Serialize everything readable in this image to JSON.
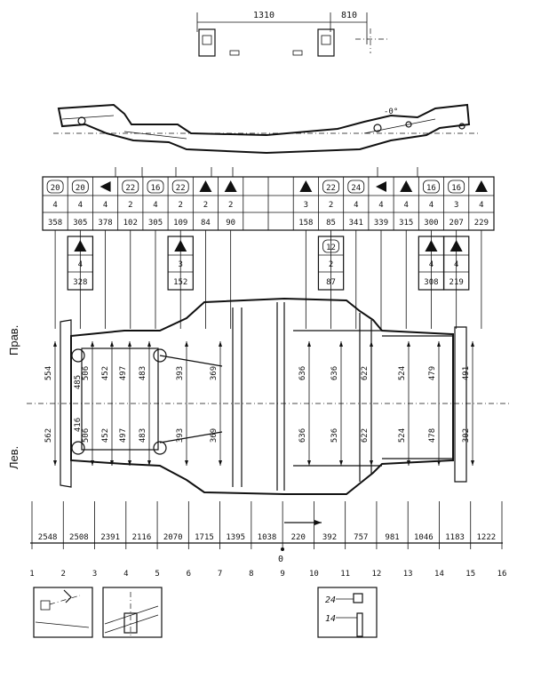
{
  "top_view": {
    "dim_left": "1310",
    "dim_right": "810"
  },
  "upper_table": {
    "columns": [
      {
        "sym": "20",
        "type": "circle",
        "n": "4",
        "v": "358"
      },
      {
        "sym": "20",
        "type": "circle",
        "n": "4",
        "v": "305"
      },
      {
        "sym": "",
        "type": "arrow",
        "n": "4",
        "v": "378"
      },
      {
        "sym": "22",
        "type": "circle",
        "n": "2",
        "v": "102"
      },
      {
        "sym": "16",
        "type": "circle",
        "n": "4",
        "v": "305"
      },
      {
        "sym": "22",
        "type": "circle",
        "n": "2",
        "v": "109"
      },
      {
        "sym": "",
        "type": "tri",
        "n": "2",
        "v": "84"
      },
      {
        "sym": "",
        "type": "tri",
        "n": "2",
        "v": "90"
      },
      {
        "sym": "",
        "type": "empty",
        "n": "",
        "v": ""
      },
      {
        "sym": "",
        "type": "empty",
        "n": "",
        "v": ""
      },
      {
        "sym": "",
        "type": "tri",
        "n": "3",
        "v": "158"
      },
      {
        "sym": "22",
        "type": "circle",
        "n": "2",
        "v": "85"
      },
      {
        "sym": "24",
        "type": "circle",
        "n": "4",
        "v": "341"
      },
      {
        "sym": "",
        "type": "arrow",
        "n": "4",
        "v": "339"
      },
      {
        "sym": "",
        "type": "tri",
        "n": "4",
        "v": "315"
      },
      {
        "sym": "16",
        "type": "circle",
        "n": "4",
        "v": "300"
      },
      {
        "sym": "16",
        "type": "circle",
        "n": "3",
        "v": "207"
      },
      {
        "sym": "",
        "type": "tri",
        "n": "4",
        "v": "229"
      }
    ]
  },
  "sub_boxes": [
    {
      "sym": "",
      "type": "tri",
      "n": "4",
      "v": "328"
    },
    {
      "sym": "",
      "type": "tri",
      "n": "3",
      "v": "152"
    },
    {
      "sym": "12",
      "type": "circle",
      "n": "2",
      "v": "87"
    },
    {
      "sym": "",
      "type": "tri",
      "n": "4",
      "v": "308"
    },
    {
      "sym": "",
      "type": "tri",
      "n": "4",
      "v": "219"
    }
  ],
  "side_labels": {
    "right": "Прав.",
    "left": "Лев."
  },
  "frame_dims": {
    "upper": [
      "554",
      "506",
      "452",
      "497",
      "483",
      "393",
      "369",
      "636",
      "636",
      "622",
      "524",
      "479",
      "491"
    ],
    "lower": [
      "562",
      "506",
      "452",
      "497",
      "483",
      "393",
      "369",
      "636",
      "536",
      "622",
      "524",
      "478",
      "302"
    ],
    "extra": [
      "485",
      "416"
    ]
  },
  "bottom_dims": [
    "2548",
    "2508",
    "2391",
    "2116",
    "2070",
    "1715",
    "1395",
    "1038",
    "220",
    "392",
    "757",
    "981",
    "1046",
    "1183",
    "1222"
  ],
  "zero_label": "0",
  "stations": [
    "1",
    "2",
    "3",
    "4",
    "5",
    "6",
    "7",
    "8",
    "9",
    "10",
    "11",
    "12",
    "13",
    "14",
    "15",
    "16"
  ],
  "detail": {
    "label_a": "24",
    "label_b": "14"
  }
}
